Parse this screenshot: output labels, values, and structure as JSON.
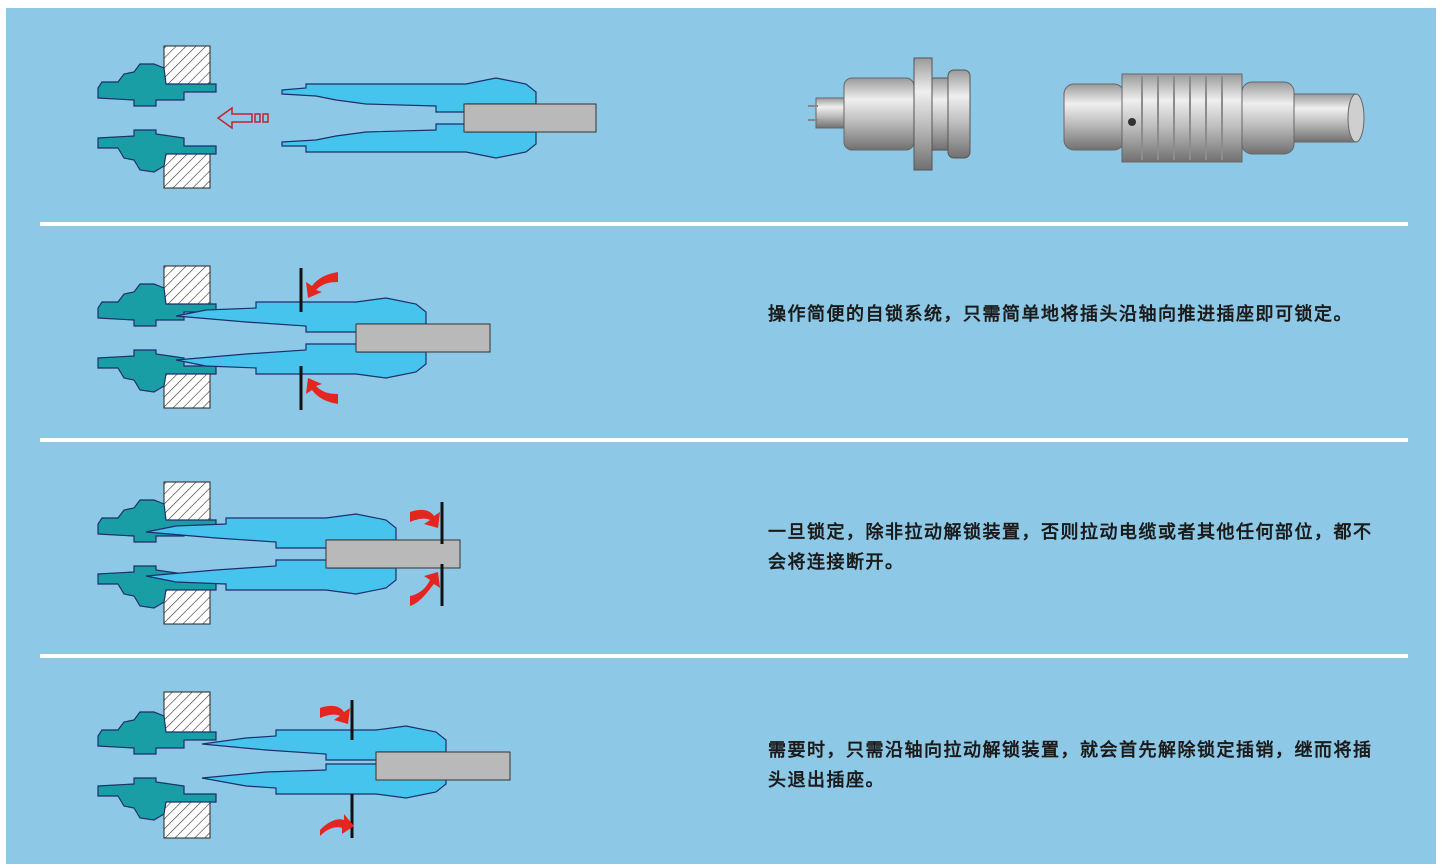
{
  "colors": {
    "panel": "#8dc9e6",
    "receptacle": "#1a9ea6",
    "plug": "#47c4ee",
    "cable": "#b9b9b9",
    "arrow": "#e52620",
    "outline": "#1c2f6b"
  },
  "rows": [
    {
      "id": "intro",
      "text": ""
    },
    {
      "id": "lock",
      "text": "操作简便的自锁系统，只需简单地将插头沿轴向推进插座即可锁定。"
    },
    {
      "id": "hold",
      "text": "一旦锁定，除非拉动解锁装置，否则拉动电缆或者其他任何部位，都不会将连接断开。"
    },
    {
      "id": "release",
      "text": "需要时，只需沿轴向拉动解锁装置，就会首先解除锁定插销，继而将插头退出插座。"
    }
  ],
  "icons": {
    "insert_arrow": "outline-left-arrow-icon",
    "push_arrow": "red-curved-arrow-icon"
  }
}
